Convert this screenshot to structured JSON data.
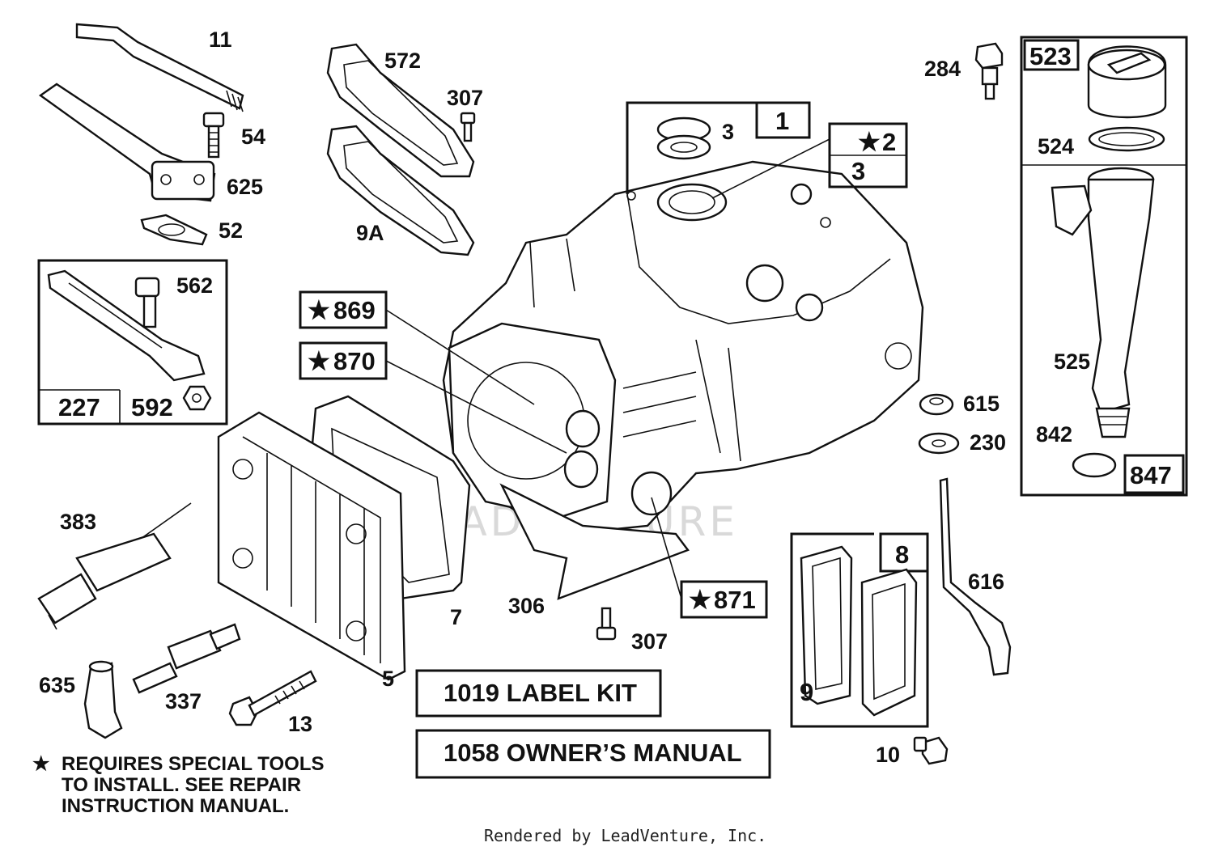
{
  "labels": {
    "l11": "11",
    "l54": "54",
    "l625": "625",
    "l52": "52",
    "l572": "572",
    "l307a": "307",
    "l9A": "9A",
    "l3a": "3",
    "l1": "1",
    "l2": "2",
    "l3b": "3",
    "l284": "284",
    "l523": "523",
    "l524": "524",
    "l525": "525",
    "l842": "842",
    "l847": "847",
    "l562": "562",
    "l227": "227",
    "l592": "592",
    "l869": "869",
    "l870": "870",
    "l871": "871",
    "l615": "615",
    "l230": "230",
    "l616": "616",
    "l383": "383",
    "l7": "7",
    "l306": "306",
    "l307b": "307",
    "l635": "635",
    "l337": "337",
    "l13": "13",
    "l5": "5",
    "l8": "8",
    "l9": "9",
    "l10": "10"
  },
  "kits": {
    "label_kit": "1019 LABEL KIT",
    "owners_manual": "1058 OWNER’S MANUAL"
  },
  "note": {
    "star": "★",
    "line1": "REQUIRES SPECIAL TOOLS",
    "line2": "TO INSTALL.  SEE REPAIR",
    "line3": "INSTRUCTION MANUAL."
  },
  "watermark": "LEADVENTURE",
  "credit": "Rendered by LeadVenture, Inc.",
  "icons": {
    "special_tool_marker": "star-icon"
  }
}
